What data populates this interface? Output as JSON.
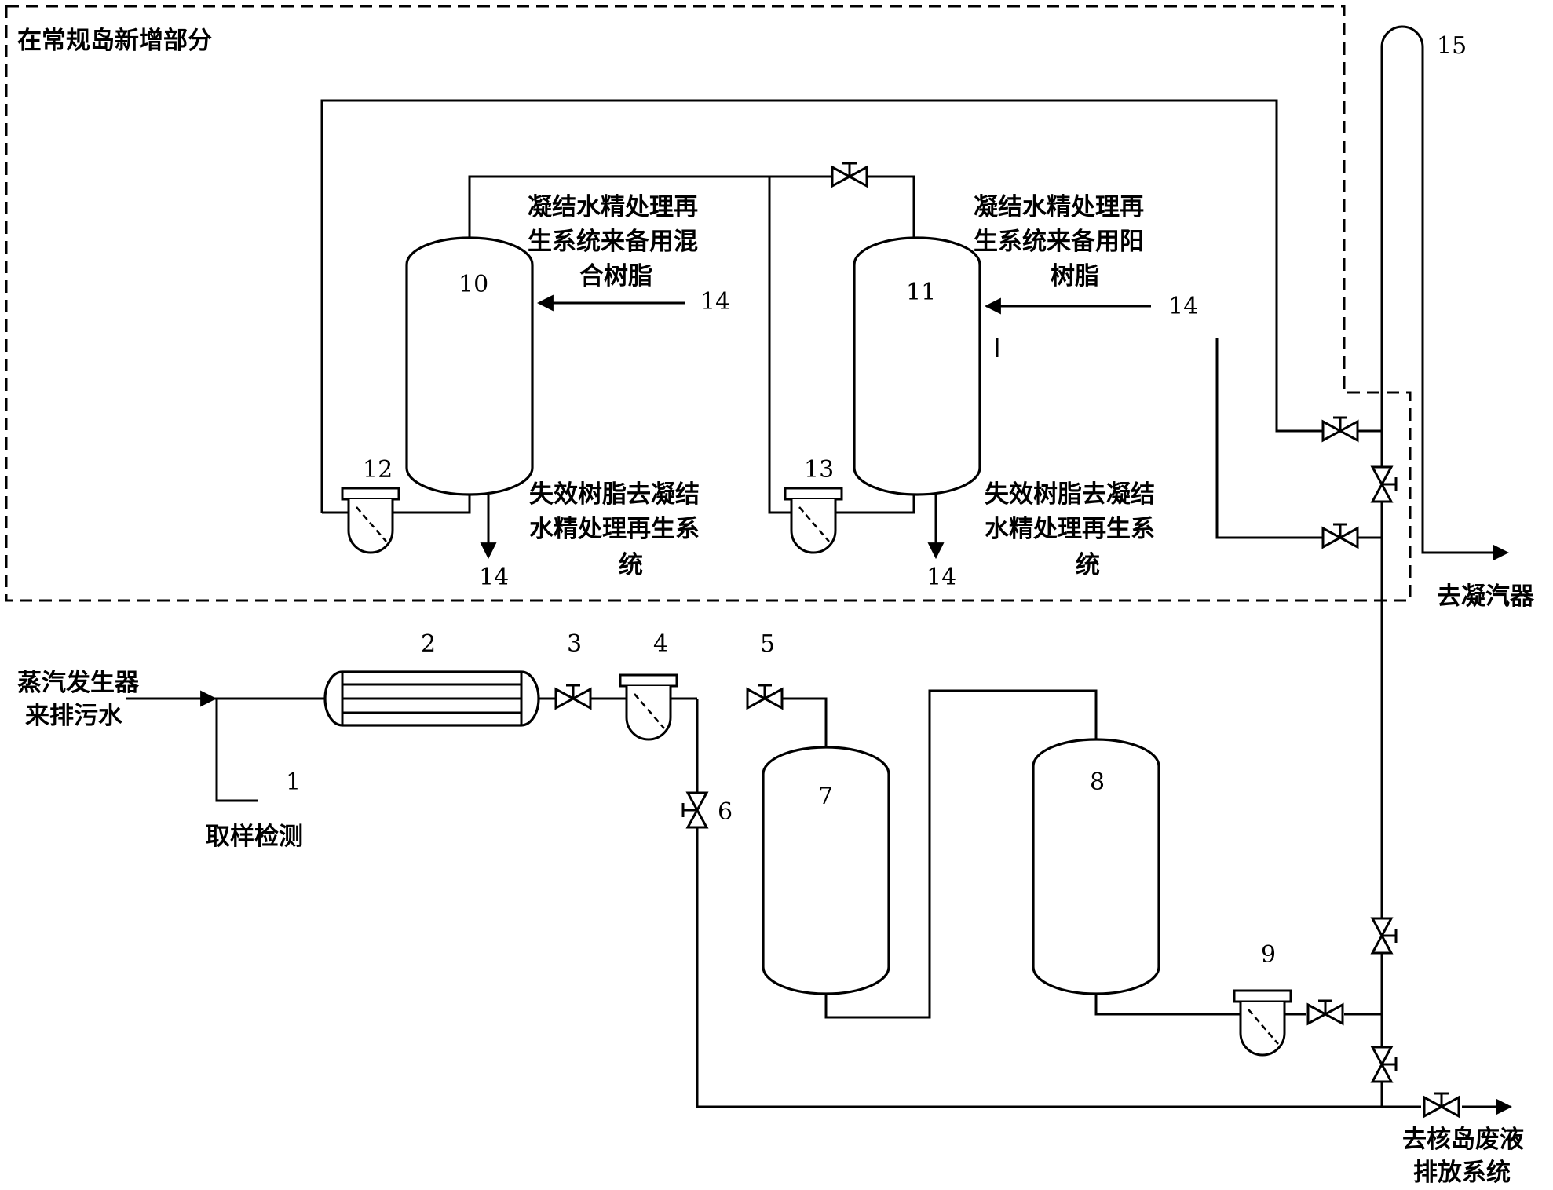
{
  "region_label": "在常规岛新增部分",
  "inlet_label": [
    "蒸汽发生器",
    "来排污水"
  ],
  "sampling_label": "取样检测",
  "to_condenser_label": "去凝汽器",
  "to_waste_label": [
    "去核岛废液",
    "排放系统"
  ],
  "mixed_resin_note": [
    "凝结水精处理再",
    "生系统来备用混",
    "合树脂"
  ],
  "anion_resin_note": [
    "凝结水精处理再",
    "生系统来备用阳",
    "树脂"
  ],
  "spent_resin_note_a": [
    "失效树脂去凝结",
    "水精处理再生系",
    "统"
  ],
  "spent_resin_note_b": [
    "失效树脂去凝结",
    "水精处理再生系",
    "统"
  ],
  "numbers": {
    "n1": "1",
    "n2": "2",
    "n3": "3",
    "n4": "4",
    "n5": "5",
    "n6": "6",
    "n7": "7",
    "n8": "8",
    "n9": "9",
    "n10": "10",
    "n11": "11",
    "n12": "12",
    "n13": "13",
    "n14": "14",
    "n15": "15"
  }
}
